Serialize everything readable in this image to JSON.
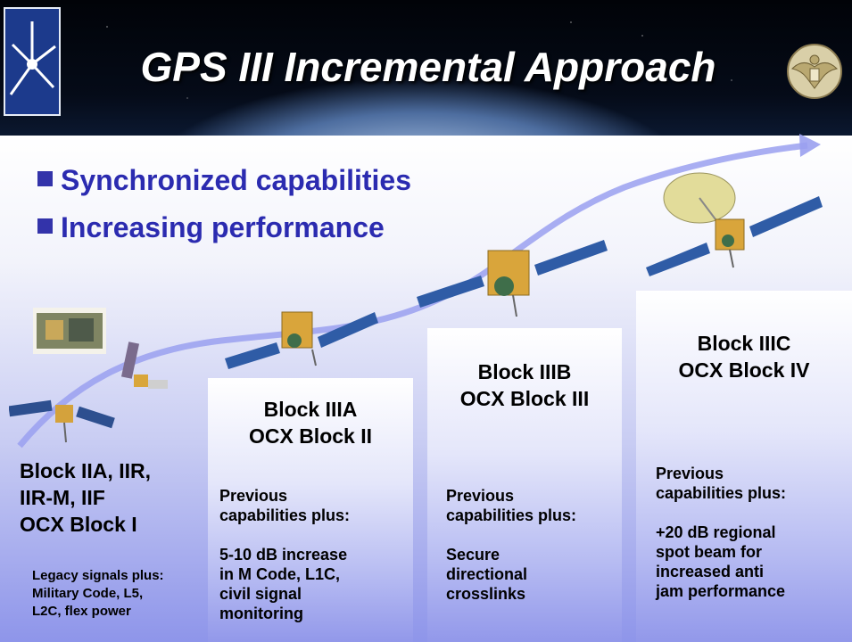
{
  "slide": {
    "title": "GPS III Incremental Approach",
    "bullets": [
      "Synchronized capabilities",
      "Increasing performance"
    ]
  },
  "blocks": [
    {
      "heading_lines": [
        "Block IIA, IIR,",
        "IIR-M, IIF",
        "OCX Block I"
      ],
      "detail_lines": [
        "Legacy signals plus:",
        "Military Code, L5,",
        "L2C, flex power"
      ]
    },
    {
      "heading_lines": [
        "Block IIIA",
        "OCX Block II"
      ],
      "detail_lines": [
        "Previous",
        "capabilities plus:",
        "",
        "5-10 dB increase",
        "in M Code, L1C,",
        "civil signal",
        "monitoring"
      ]
    },
    {
      "heading_lines": [
        "Block IIIB",
        "OCX Block III"
      ],
      "detail_lines": [
        "Previous",
        "capabilities plus:",
        "",
        "Secure",
        "directional",
        "crosslinks"
      ]
    },
    {
      "heading_lines": [
        "Block IIIC",
        "OCX Block IV"
      ],
      "detail_lines": [
        "Previous",
        "capabilities plus:",
        "",
        "+20 dB regional",
        "spot beam for",
        "increased anti",
        "jam performance"
      ]
    }
  ],
  "colors": {
    "bullet_text": "#2b2bb0",
    "banner": "#050b18",
    "gradient_bottom": "#8e95ea"
  },
  "icons": [
    "star-logo-icon",
    "eagle-seal-icon",
    "satellite-icon",
    "progress-arrow-icon"
  ]
}
